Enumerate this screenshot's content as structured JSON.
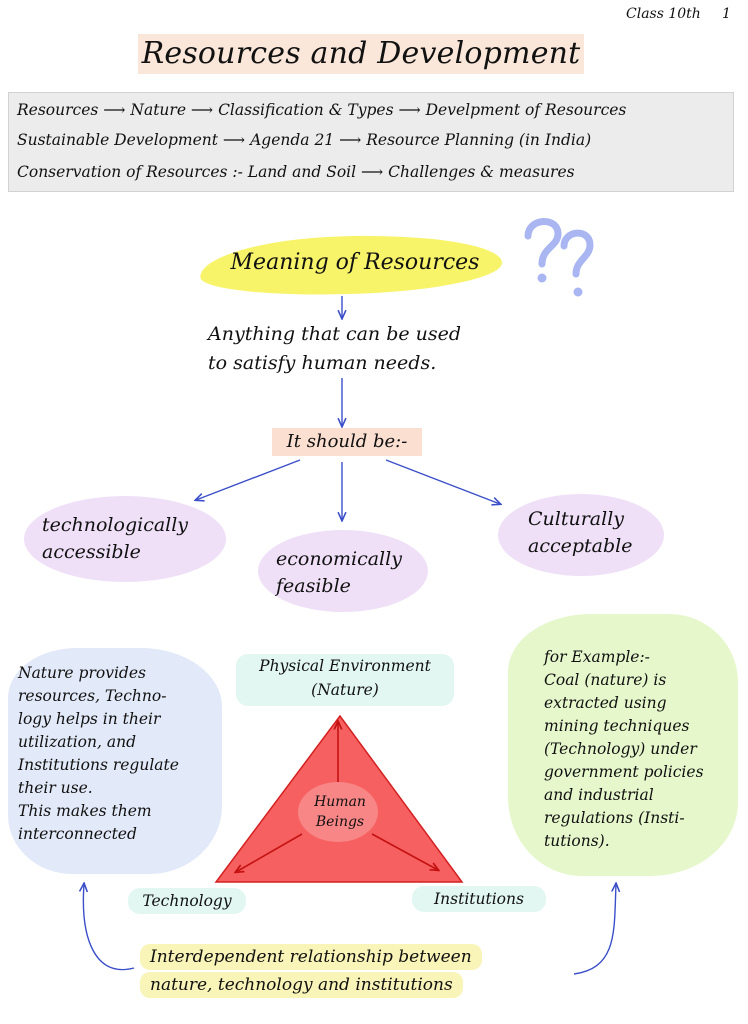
{
  "header": {
    "class_label": "Class 10th",
    "page_number": "1"
  },
  "title": "Resources and Development",
  "topics": [
    "Resources ⟶ Nature ⟶ Classification & Types ⟶ Develpment of Resources",
    "Sustainable Development ⟶ Agenda 21 ⟶ Resource Planning (in India)",
    "Conservation of Resources :- Land and Soil ⟶ Challenges & measures"
  ],
  "meaning": {
    "heading": "Meaning of Resources",
    "definition_line1": "Anything that can be used",
    "definition_line2": "to satisfy human needs.",
    "should_be": "It should be:-"
  },
  "criteria": {
    "technological_line1": "technologically",
    "technological_line2": "accessible",
    "economic_line1": "economically",
    "economic_line2": "feasible",
    "cultural_line1": "Culturally",
    "cultural_line2": "acceptable"
  },
  "left_note": [
    "Nature provides",
    "resources, Techno-",
    "logy helps in their",
    "utilization, and",
    "Institutions regulate",
    "their use.",
    "This makes them",
    "interconnected"
  ],
  "right_note": [
    "for Example:-",
    "Coal (nature) is",
    "extracted using",
    "mining techniques",
    "(Technology) under",
    "government policies",
    "and industrial",
    "regulations (Insti-",
    "tutions)."
  ],
  "triangle": {
    "top_line1": "Physical Environment",
    "top_line2": "(Nature)",
    "center_line1": "Human",
    "center_line2": "Beings",
    "left_label": "Technology",
    "right_label": "Institutions"
  },
  "bottom_note": {
    "line1": "Interdependent relationship between",
    "line2": "nature, technology and institutions"
  },
  "colors": {
    "arrow": "#3b4fc9",
    "triangle_fill": "#f76060",
    "triangle_stroke": "#d42020",
    "highlight_yellow": "#f8f46a",
    "question_marks": "#a9b6f2"
  },
  "icons": {
    "decoration": "question-marks-icon"
  }
}
